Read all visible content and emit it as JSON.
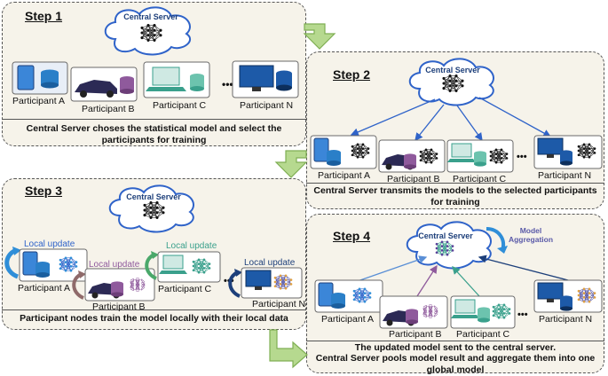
{
  "central_server_label": "Central Server",
  "dots": "•••",
  "steps": [
    {
      "title": "Step 1",
      "caption": "Central Server choses the statistical model and select the participants for training"
    },
    {
      "title": "Step 2",
      "caption": "Central Server transmits the models to the selected participants for training"
    },
    {
      "title": "Step 3",
      "caption": "Participant nodes train the model locally with their local data"
    },
    {
      "title": "Step 4",
      "caption_line1": "The updated model sent to the central server.",
      "caption_line2": "Central Server pools model result and aggregate them into one global model"
    }
  ],
  "participants": [
    "Participant A",
    "Participant B",
    "Participant C",
    "Participant N"
  ],
  "local_update_label": "Local update",
  "model_aggregation_label": "Model Aggregation",
  "colors": {
    "panel_bg": "#f6f3ea",
    "arrow_green": "#b6d98f",
    "arrow_green_stroke": "#7faf53",
    "cloud_stroke": "#2f63c9",
    "server_line": "#2f63c9",
    "local_update_blue": "#2f63c9",
    "local_update_purple": "#8f5a9c",
    "local_update_teal": "#3aa08c"
  },
  "icon_names": [
    "cloud-icon",
    "neural-network-icon",
    "tablet-icon",
    "car-icon",
    "laptop-icon",
    "monitor-icon",
    "database-icon",
    "circular-arrow-icon",
    "step-arrow-icon"
  ]
}
